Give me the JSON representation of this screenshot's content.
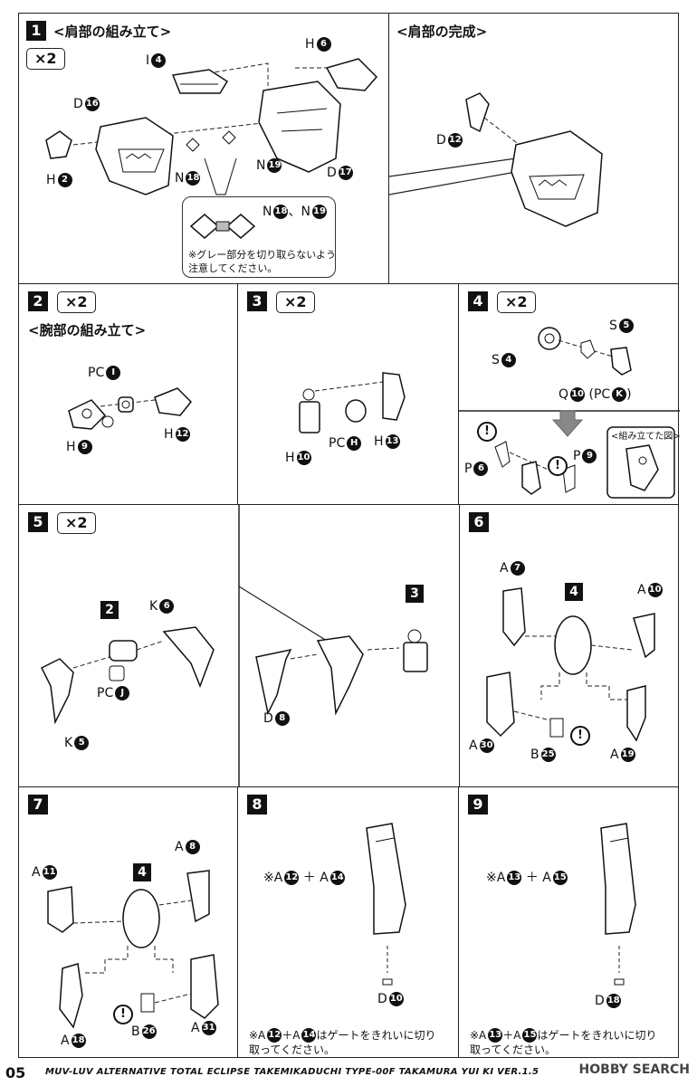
{
  "steps": {
    "s1": {
      "num": "1",
      "heading": "<肩部の組み立て>",
      "mult": "×2",
      "labels": {
        "h6": "H",
        "h6n": "6",
        "i4": "I",
        "i4n": "4",
        "d16": "D",
        "d16n": "16",
        "h2": "H",
        "h2n": "2",
        "n18": "N",
        "n18n": "18",
        "n19": "N",
        "n19n": "19",
        "d17": "D",
        "d17n": "17",
        "callout_a": "N",
        "callout_an": "18",
        "callout_sep": "、",
        "callout_b": "N",
        "callout_bn": "19"
      },
      "callout_note1": "※グレー部分を切り取らないよう",
      "callout_note2": "注意してください。"
    },
    "s1b": {
      "heading": "<肩部の完成>",
      "d12": "D",
      "d12n": "12"
    },
    "s2": {
      "num": "2",
      "mult": "×2",
      "heading": "<腕部の組み立て>",
      "pci": "PC",
      "pcin": "I",
      "h9": "H",
      "h9n": "9",
      "h12": "H",
      "h12n": "12"
    },
    "s3": {
      "num": "3",
      "mult": "×2",
      "h10": "H",
      "h10n": "10",
      "pch": "PC",
      "pchn": "H",
      "h13": "H",
      "h13n": "13"
    },
    "s4": {
      "num": "4",
      "mult": "×2",
      "s5": "S",
      "s5n": "5",
      "s4": "S",
      "s4n": "4",
      "q10": "Q",
      "q10n": "10",
      "q_pc": "PC",
      "q_pcn": "K",
      "p6": "P",
      "p6n": "6",
      "p9": "P",
      "p9n": "9",
      "assembled": "<組み立てた図>",
      "excl": "!"
    },
    "s5": {
      "num": "5",
      "mult": "×2",
      "ref2": "2",
      "k6": "K",
      "k6n": "6",
      "pcj": "PC",
      "pcjn": "J",
      "k5": "K",
      "k5n": "5",
      "ref3": "3",
      "d8": "D",
      "d8n": "8"
    },
    "s6": {
      "num": "6",
      "a7": "A",
      "a7n": "7",
      "ref4": "4",
      "a10": "A",
      "a10n": "10",
      "a30": "A",
      "a30n": "30",
      "b25": "B",
      "b25n": "25",
      "a19": "A",
      "a19n": "19",
      "excl": "!"
    },
    "s7": {
      "num": "7",
      "a11": "A",
      "a11n": "11",
      "ref4": "4",
      "a8": "A",
      "a8n": "8",
      "a18": "A",
      "a18n": "18",
      "b26": "B",
      "b26n": "26",
      "a31": "A",
      "a31n": "31",
      "excl": "!"
    },
    "s8": {
      "num": "8",
      "formula_a": "※A",
      "fa_n": "12",
      "plus": "＋",
      "formula_b": "A",
      "fb_n": "14",
      "d10": "D",
      "d10n": "10",
      "note_a": "※A",
      "note_an": "12",
      "note_plus": "＋A",
      "note_bn": "14",
      "note_rest1": "はゲートをきれいに切り",
      "note_rest2": "取ってください。"
    },
    "s9": {
      "num": "9",
      "formula_a": "※A",
      "fa_n": "13",
      "plus": "＋",
      "formula_b": "A",
      "fb_n": "15",
      "d18": "D",
      "d18n": "18",
      "note_a": "※A",
      "note_an": "13",
      "note_plus": "＋A",
      "note_bn": "15",
      "note_rest1": "はゲートをきれいに切り",
      "note_rest2": "取ってください。"
    }
  },
  "footer": {
    "page": "05",
    "title": "MUV-LUV ALTERNATIVE TOTAL ECLIPSE  TAKEMIKADUCHI TYPE-00F TAKAMURA YUI KI VER.1.5",
    "watermark": "HOBBY SEARCH"
  }
}
